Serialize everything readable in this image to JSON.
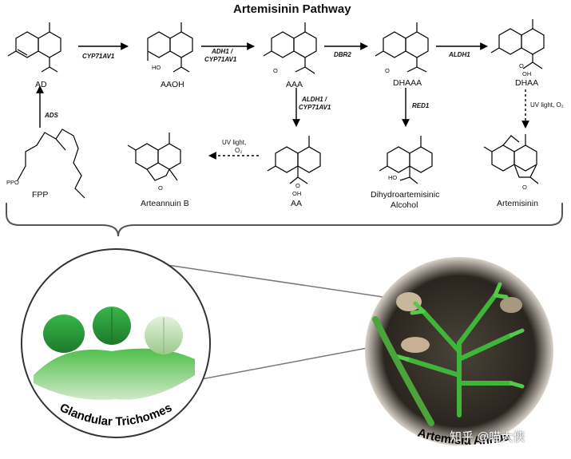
{
  "title": "Artemisinin Pathway",
  "compounds": {
    "ad": "AD",
    "aaoh": "AAOH",
    "aaa": "AAA",
    "dhaaa": "DHAAA",
    "dhaa": "DHAA",
    "fpp": "FPP",
    "arteannuin_b": "Arteannuin B",
    "aa": "AA",
    "dihydro_line1": "Dihydroartemisinic",
    "dihydro_line2": "Alcohol",
    "artemisinin": "Artemisinin"
  },
  "enzymes": {
    "cyp71av1": "CYP71AV1",
    "adh1_line1": "ADH1 /",
    "adh1_line2": "CYP71AV1",
    "dbr2": "DBR2",
    "aldh1_top": "ALDH1",
    "ads": "ADS",
    "aldh1_mid_line1": "ALDH1 /",
    "aldh1_mid_line2": "CYP71AV1",
    "red1": "RED1"
  },
  "conditions": {
    "uv_left_line1": "UV light,",
    "uv_left_line2": "O₂",
    "uv_right": "UV light, O₂"
  },
  "atoms": {
    "ho": "HO",
    "o": "O",
    "oh": "OH",
    "ppo": "PPO"
  },
  "bottom": {
    "glandular": "Glandular Trichomes",
    "artemisia": "Artemisia Annua",
    "watermark": "知乎 @喵大侠"
  },
  "colors": {
    "arrow": "#000000",
    "trichome": "#2fa13a",
    "leaf": "#3fb53a",
    "soil": "#2b2520"
  }
}
